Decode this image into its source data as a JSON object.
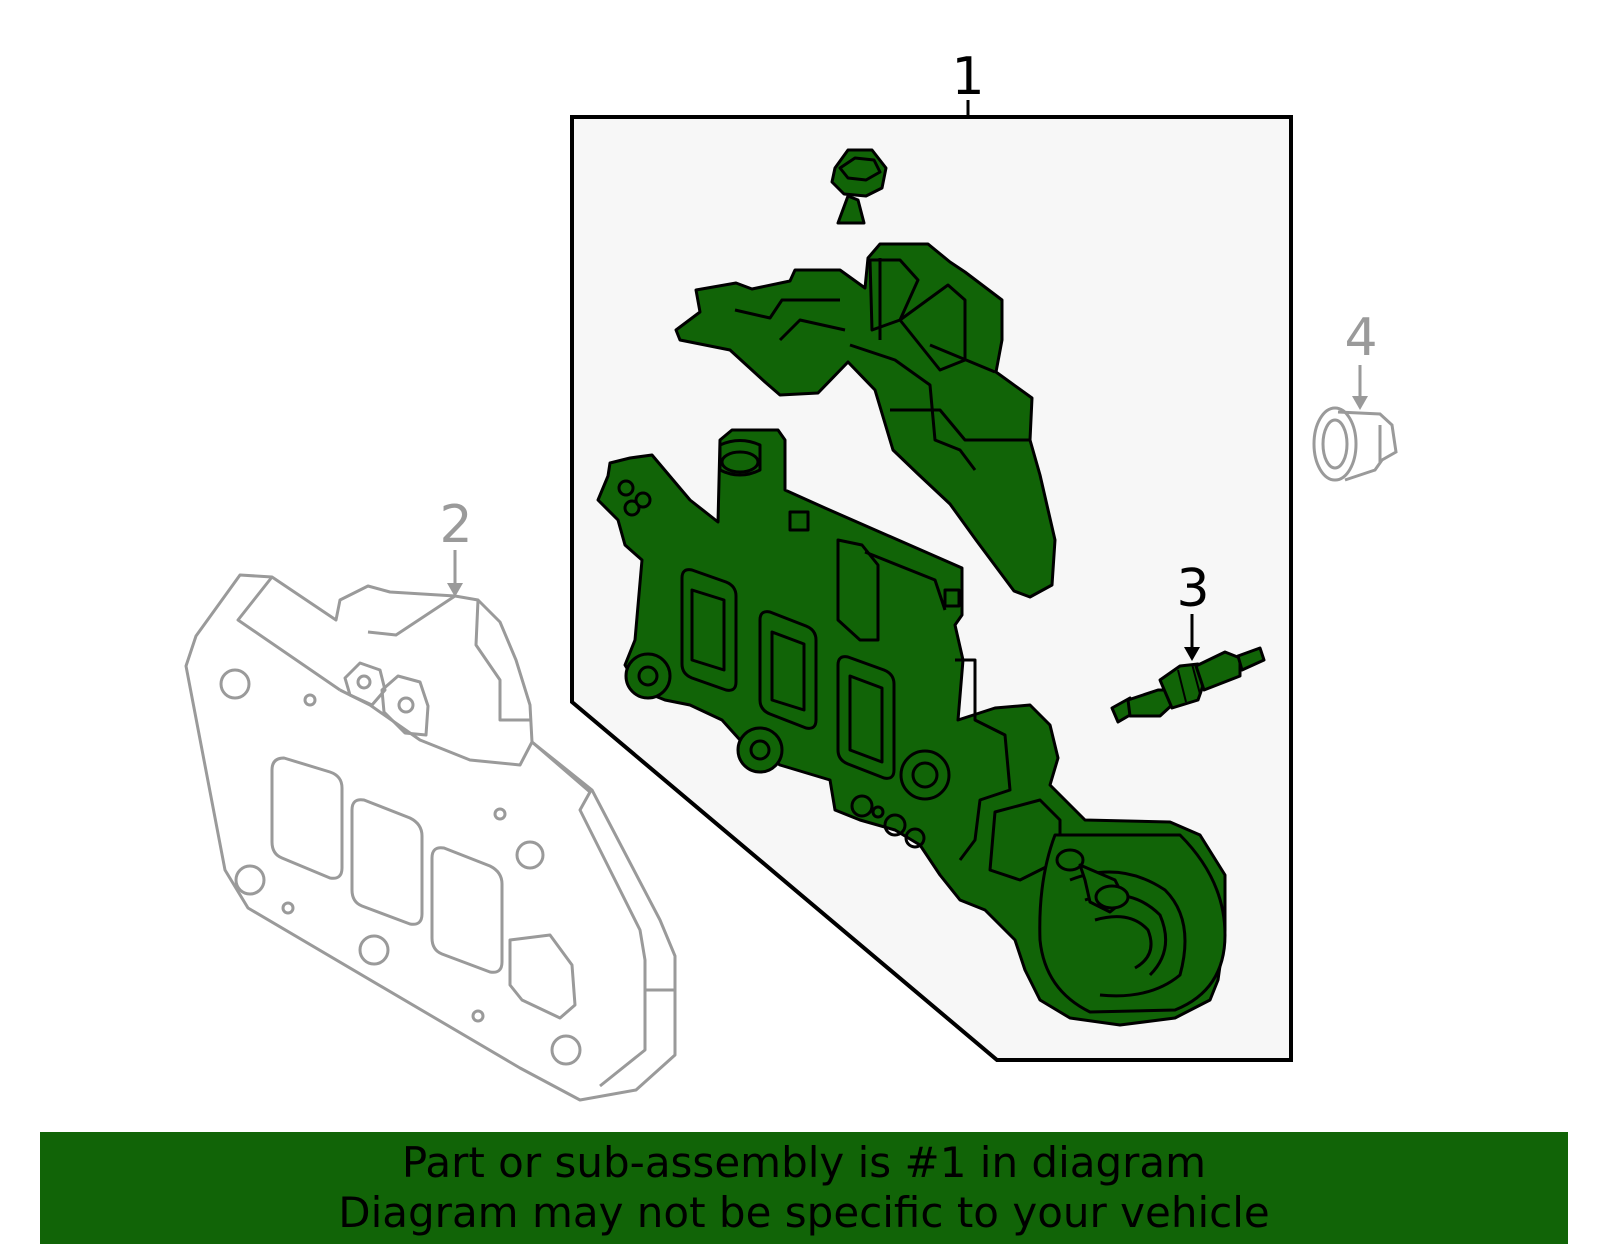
{
  "callouts": {
    "part1": "1",
    "part2": "2",
    "part3": "3",
    "part4": "4"
  },
  "banner": {
    "line1": "Part or sub-assembly is #1 in diagram",
    "line2": "Diagram may not be specific to your vehicle"
  },
  "colors": {
    "highlight": "#116407",
    "outline": "#000000",
    "ghost": "#9a9a9a",
    "panel": "#f7f7f7"
  }
}
